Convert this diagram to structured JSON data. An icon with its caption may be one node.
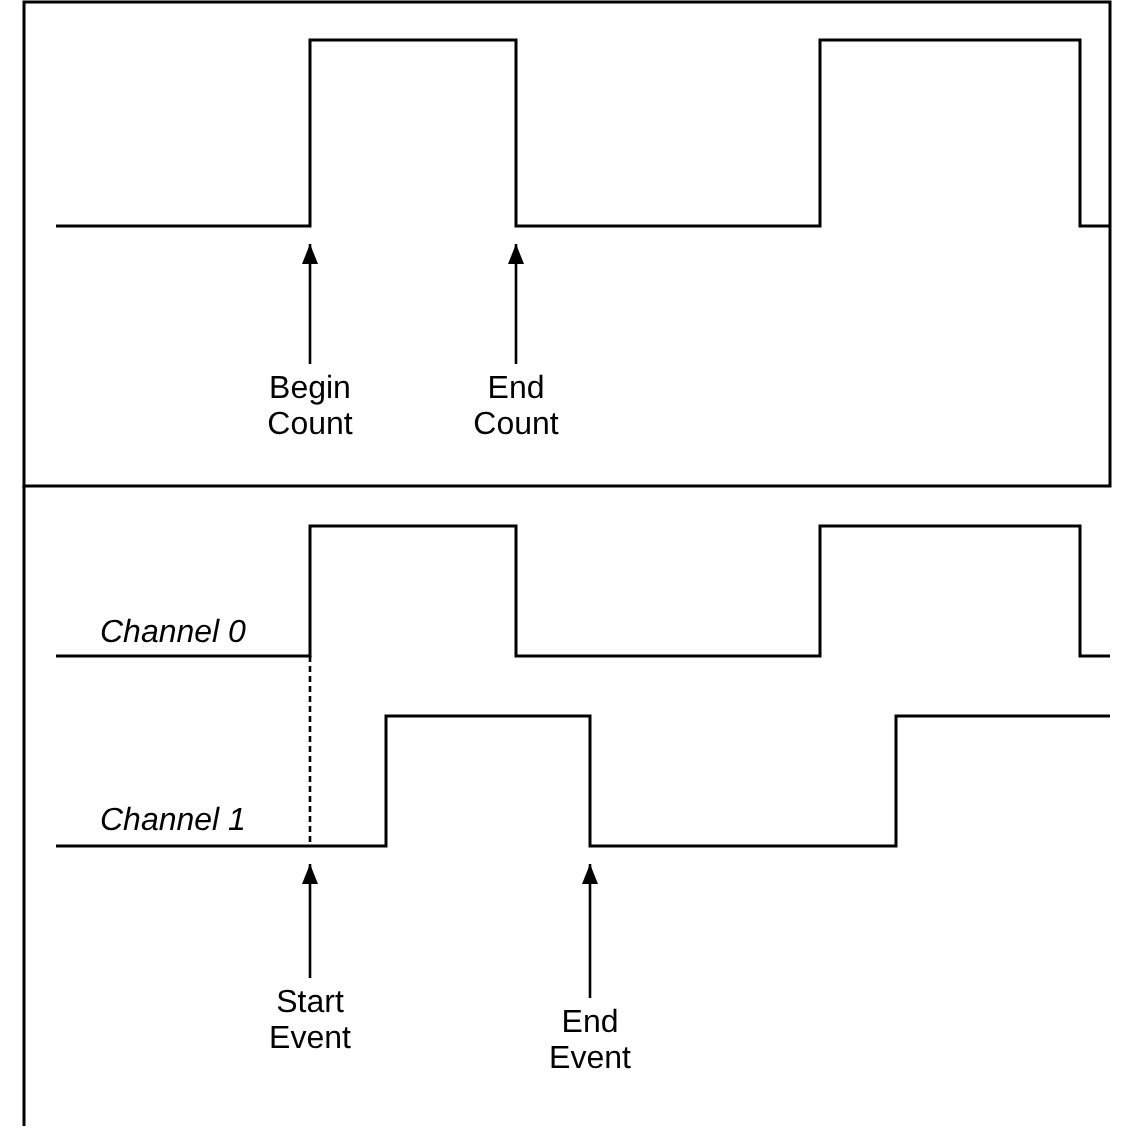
{
  "diagram": {
    "nodes": [
      {
        "text": [
          "Begin Count"
        ]
      },
      {
        "text": [
          "End Count"
        ]
      },
      {
        "text": [
          "Start Event"
        ]
      },
      {
        "text": [
          "End Event"
        ]
      },
      {
        "text": [],
        "shape": "line"
      },
      {
        "text": [],
        "shape": "line"
      },
      {
        "text": [],
        "shape": "line"
      }
    ],
    "edges": [
      {
        "from": 0,
        "to": 4,
        "arrow": "to"
      },
      {
        "from": 1,
        "to": 4,
        "arrow": "to"
      },
      {
        "from": 2,
        "to": 6,
        "arrow": "to"
      },
      {
        "from": 3,
        "to": 6,
        "arrow": "to"
      },
      {
        "from": 5,
        "to": 6,
        "arrow": "none",
        "style": "dashed"
      }
    ],
    "labels": [
      "Channel 0",
      "Channel 1"
    ]
  }
}
